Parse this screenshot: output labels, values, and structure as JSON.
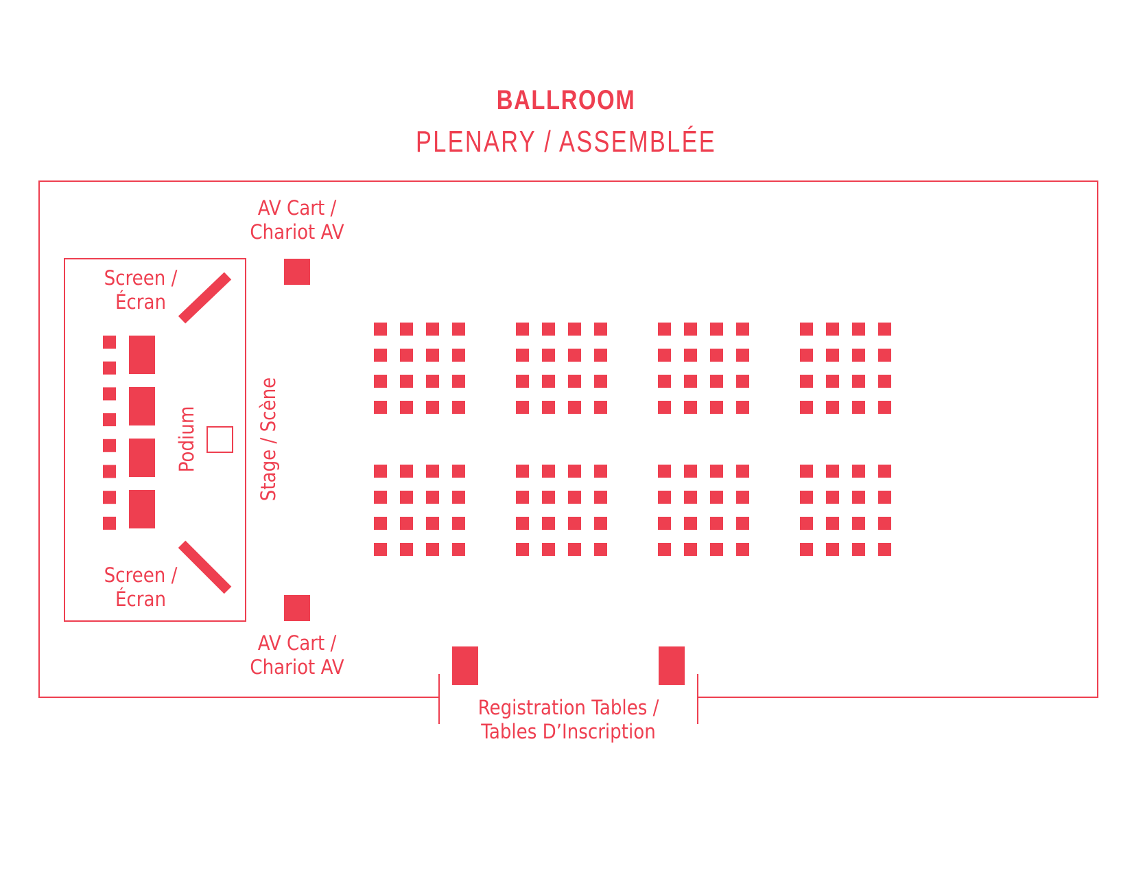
{
  "title": "BALLROOM",
  "subtitle": "PLENARY / ASSEMBLÉE",
  "labels": {
    "av_cart_top": [
      "AV Cart /",
      "Chariot AV"
    ],
    "av_cart_bottom": [
      "AV Cart /",
      "Chariot AV"
    ],
    "screen_top": [
      "Screen /",
      "Écran"
    ],
    "screen_bottom": [
      "Screen /",
      "Écran"
    ],
    "podium": "Podium",
    "stage": "Stage / Scène",
    "registration": [
      "Registration Tables /",
      "Tables D’Inscription"
    ]
  },
  "seating": {
    "blocks_per_row": 4,
    "block_rows": 2,
    "chairs_per_block_side": 4
  },
  "colors": {
    "accent": "#ee3f50"
  }
}
